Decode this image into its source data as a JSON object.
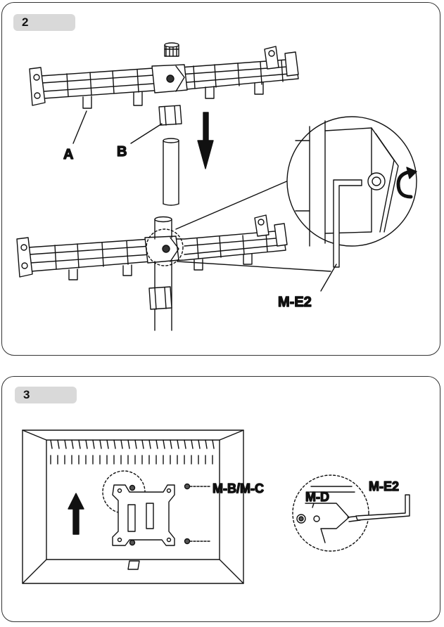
{
  "step2": {
    "number": "2",
    "labels": {
      "a": "A",
      "b": "B",
      "me2": "M-E2"
    }
  },
  "step3": {
    "number": "3",
    "labels": {
      "mbmc": "M-B/M-C",
      "md": "M-D",
      "me2": "M-E2"
    }
  }
}
